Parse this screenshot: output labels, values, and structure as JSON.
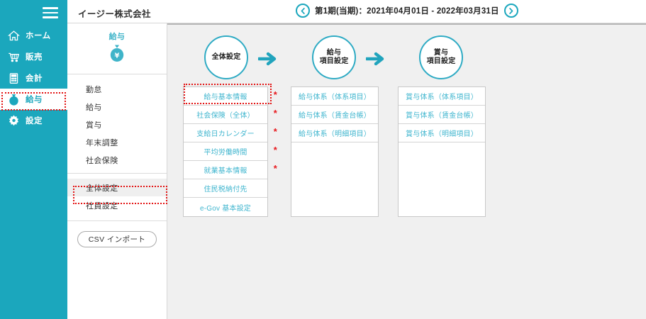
{
  "sidebar": {
    "menu_icon": "hamburger-icon",
    "items": [
      {
        "label": "ホーム",
        "icon": "home-icon",
        "active": false
      },
      {
        "label": "販売",
        "icon": "cart-icon",
        "active": false
      },
      {
        "label": "会計",
        "icon": "calculator-icon",
        "active": false
      },
      {
        "label": "給与",
        "icon": "money-bag-icon",
        "active": true
      },
      {
        "label": "設定",
        "icon": "gear-icon",
        "active": false
      }
    ]
  },
  "header": {
    "company": "イージー株式会社",
    "period_label": "第1期(当期)：2021年04月01日 - 2022年03月31日",
    "prev_icon": "chevron-left-icon",
    "next_icon": "chevron-right-icon"
  },
  "module": {
    "title": "給与",
    "icon": "money-bag-icon",
    "group1": [
      {
        "label": "勤怠",
        "selected": false
      },
      {
        "label": "給与",
        "selected": false
      },
      {
        "label": "賞与",
        "selected": false
      },
      {
        "label": "年末調整",
        "selected": false
      },
      {
        "label": "社会保険",
        "selected": false
      }
    ],
    "group2": [
      {
        "label": "全体設定",
        "selected": true
      },
      {
        "label": "社員設定",
        "selected": false
      }
    ],
    "csv_button": "CSV インポート"
  },
  "flow": {
    "steps": [
      {
        "line1": "全体設定",
        "line2": ""
      },
      {
        "line1": "給与",
        "line2": "項目設定"
      },
      {
        "line1": "賞与",
        "line2": "項目設定"
      }
    ],
    "arrow_icon": "arrow-right-icon"
  },
  "panels": [
    {
      "name": "zentai-settei-panel",
      "rows": [
        {
          "label": "給与基本情報",
          "required": true
        },
        {
          "label": "社会保険（全体）",
          "required": true
        },
        {
          "label": "支給日カレンダー",
          "required": true
        },
        {
          "label": "平均労働時間",
          "required": true
        },
        {
          "label": "就業基本情報",
          "required": true
        },
        {
          "label": "住民税納付先",
          "required": false
        },
        {
          "label": "e-Gov 基本設定",
          "required": false
        }
      ]
    },
    {
      "name": "kyuyo-koumoku-panel",
      "rows": [
        {
          "label": "給与体系（体系項目）",
          "required": false
        },
        {
          "label": "給与体系（賃金台帳）",
          "required": false
        },
        {
          "label": "給与体系（明細項目）",
          "required": false
        }
      ]
    },
    {
      "name": "shoyo-koumoku-panel",
      "rows": [
        {
          "label": "賞与体系（体系項目）",
          "required": false
        },
        {
          "label": "賞与体系（賃金台帳）",
          "required": false
        },
        {
          "label": "賞与体系（明細項目）",
          "required": false
        }
      ]
    }
  ],
  "colors": {
    "brand_teal": "#1ba7bd",
    "link_teal": "#41b6cf",
    "required_red": "#e8191e",
    "annotation_red": "#e31515",
    "content_bg": "#f0f0f0"
  }
}
